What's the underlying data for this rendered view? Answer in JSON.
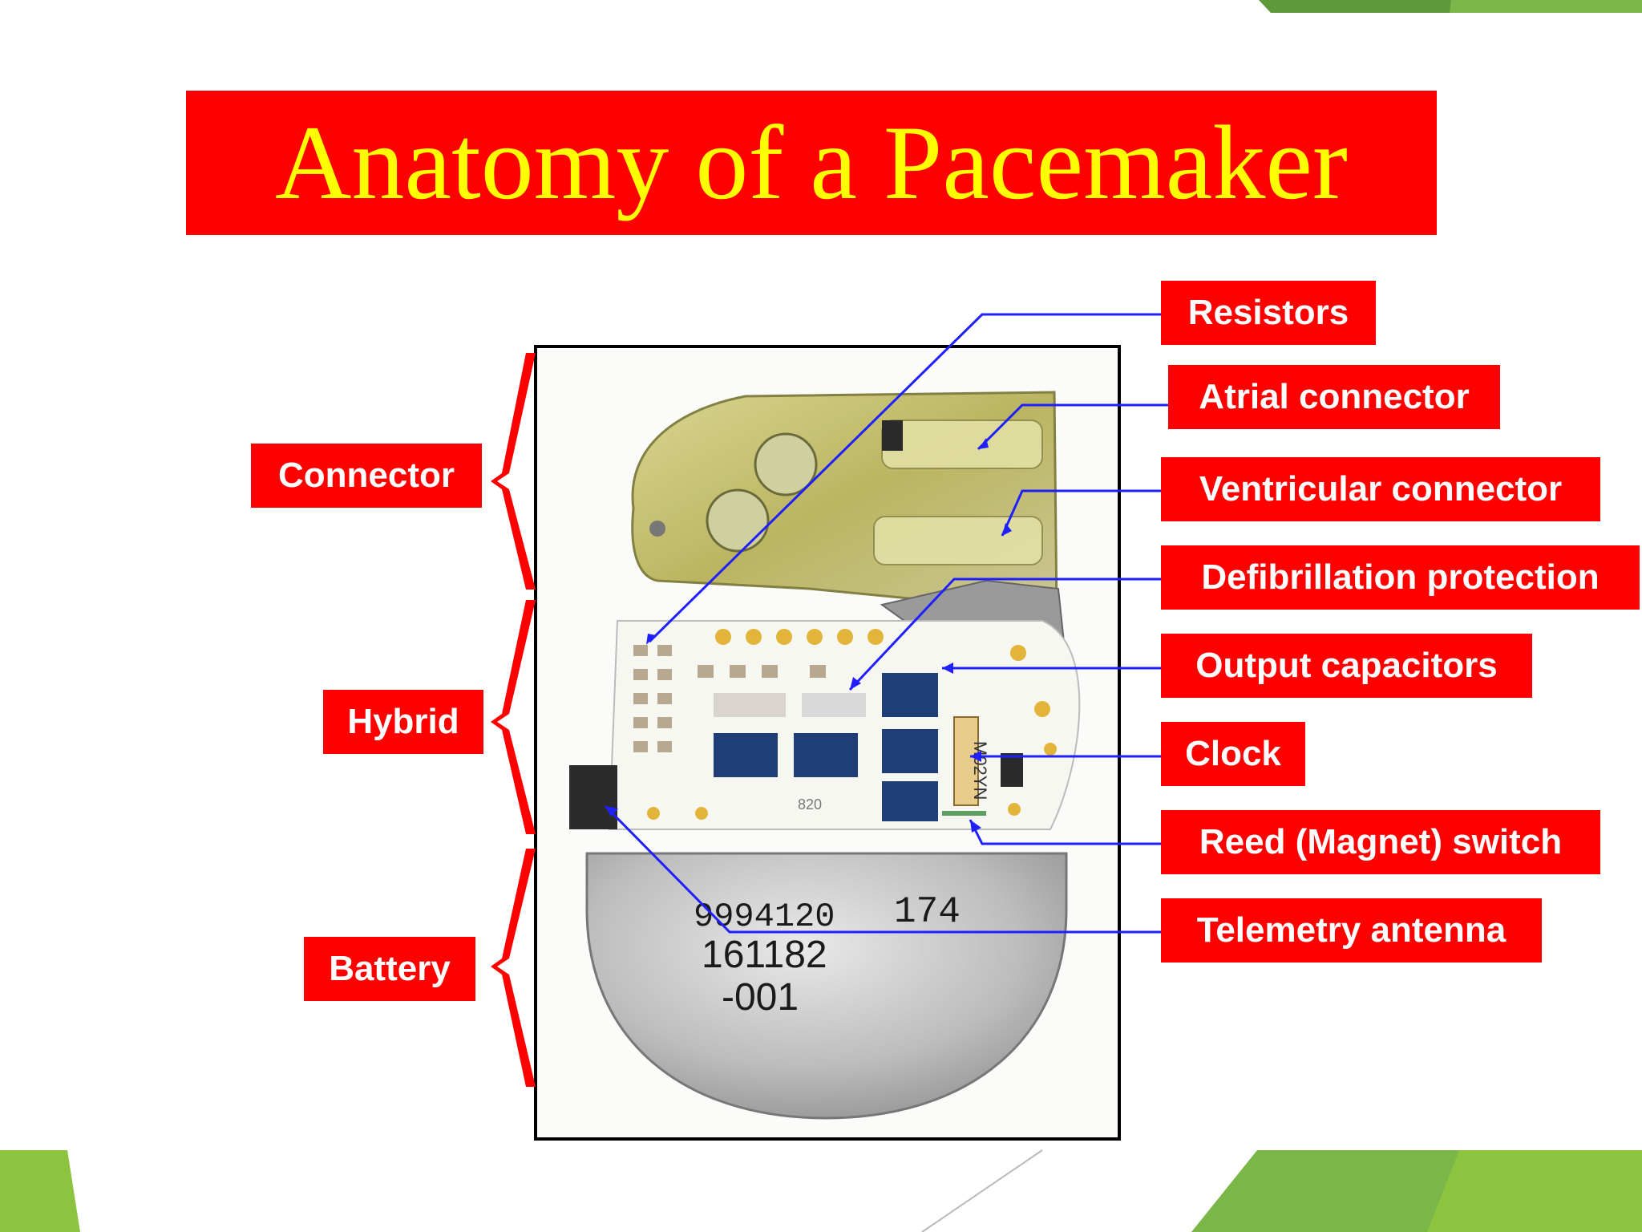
{
  "title": "Anatomy of a Pacemaker",
  "colors": {
    "title_background": "#ff0000",
    "title_text": "#ffff00",
    "label_background": "#ff0000",
    "label_text": "#ffffff",
    "leader_lines": "#0000ff",
    "slide_accent_green": "#7ab648"
  },
  "sections": [
    "Connector",
    "Hybrid",
    "Battery"
  ],
  "components": [
    "Resistors",
    "Atrial connector",
    "Ventricular connector",
    "Defibrillation protection",
    "Output capacitors",
    "Clock",
    "Reed (Magnet) switch",
    "Telemetry antenna"
  ],
  "device_markings": [
    "9994120",
    "174",
    "161182",
    "-001",
    "820",
    "M02YN"
  ]
}
